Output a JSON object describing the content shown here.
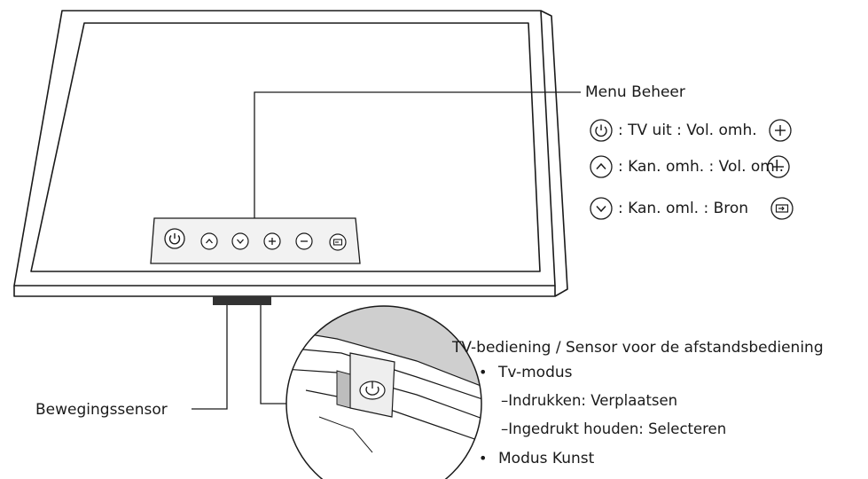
{
  "menu": {
    "title": "Menu Beheer",
    "rows": [
      {
        "left_icon": "power-icon",
        "text": ": TV uit : Vol. omh.",
        "right_icon": "plus-icon"
      },
      {
        "left_icon": "chevron-up-icon",
        "text": ": Kan. omh. : Vol. oml.",
        "right_icon": "minus-icon"
      },
      {
        "left_icon": "chevron-down-icon",
        "text": ": Kan. oml. : Bron",
        "right_icon": "source-icon"
      }
    ]
  },
  "panel_buttons": [
    "power-icon",
    "chevron-up-icon",
    "chevron-down-icon",
    "plus-icon",
    "minus-icon",
    "source-icon"
  ],
  "sensor_label": "Bewegingssensor",
  "control": {
    "title": "TV-bediening / Sensor voor de afstandsbediening",
    "items": [
      {
        "label": "Tv-modus",
        "subs": [
          "Indrukken: Verplaatsen",
          "Ingedrukt houden: Selecteren"
        ]
      },
      {
        "label": "Modus Kunst",
        "subs": []
      }
    ]
  },
  "colors": {
    "line": "#1a1a1a",
    "panel_fill": "#f2f2f2",
    "inset_fill": "#d9d9d9"
  }
}
